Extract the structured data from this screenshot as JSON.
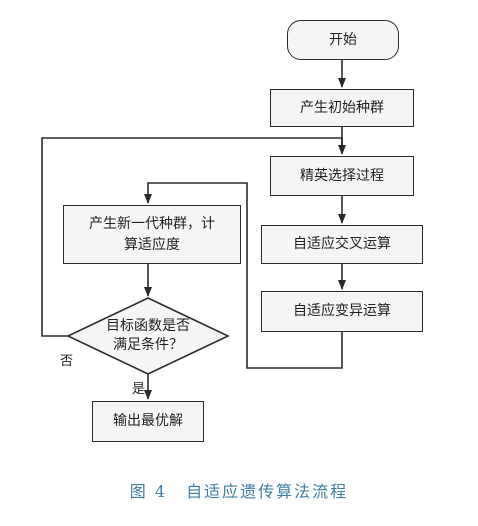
{
  "flowchart": {
    "start": "开始",
    "init_population": "产生初始种群",
    "elite_selection": "精英选择过程",
    "adaptive_crossover": "自适应交叉运算",
    "adaptive_mutation": "自适应变异运算",
    "new_generation": "产生新一代种群，计\n算适应度",
    "decision": "目标函数是否\n满足条件？",
    "output": "输出最优解",
    "yes_label": "是",
    "no_label": "否"
  },
  "caption": {
    "figure_number": "图 4",
    "title": "自适应遗传算法流程"
  },
  "colors": {
    "node_fill": "#f4f5f6",
    "stroke": "#2b2b2b",
    "caption": "#3d7ea6"
  }
}
